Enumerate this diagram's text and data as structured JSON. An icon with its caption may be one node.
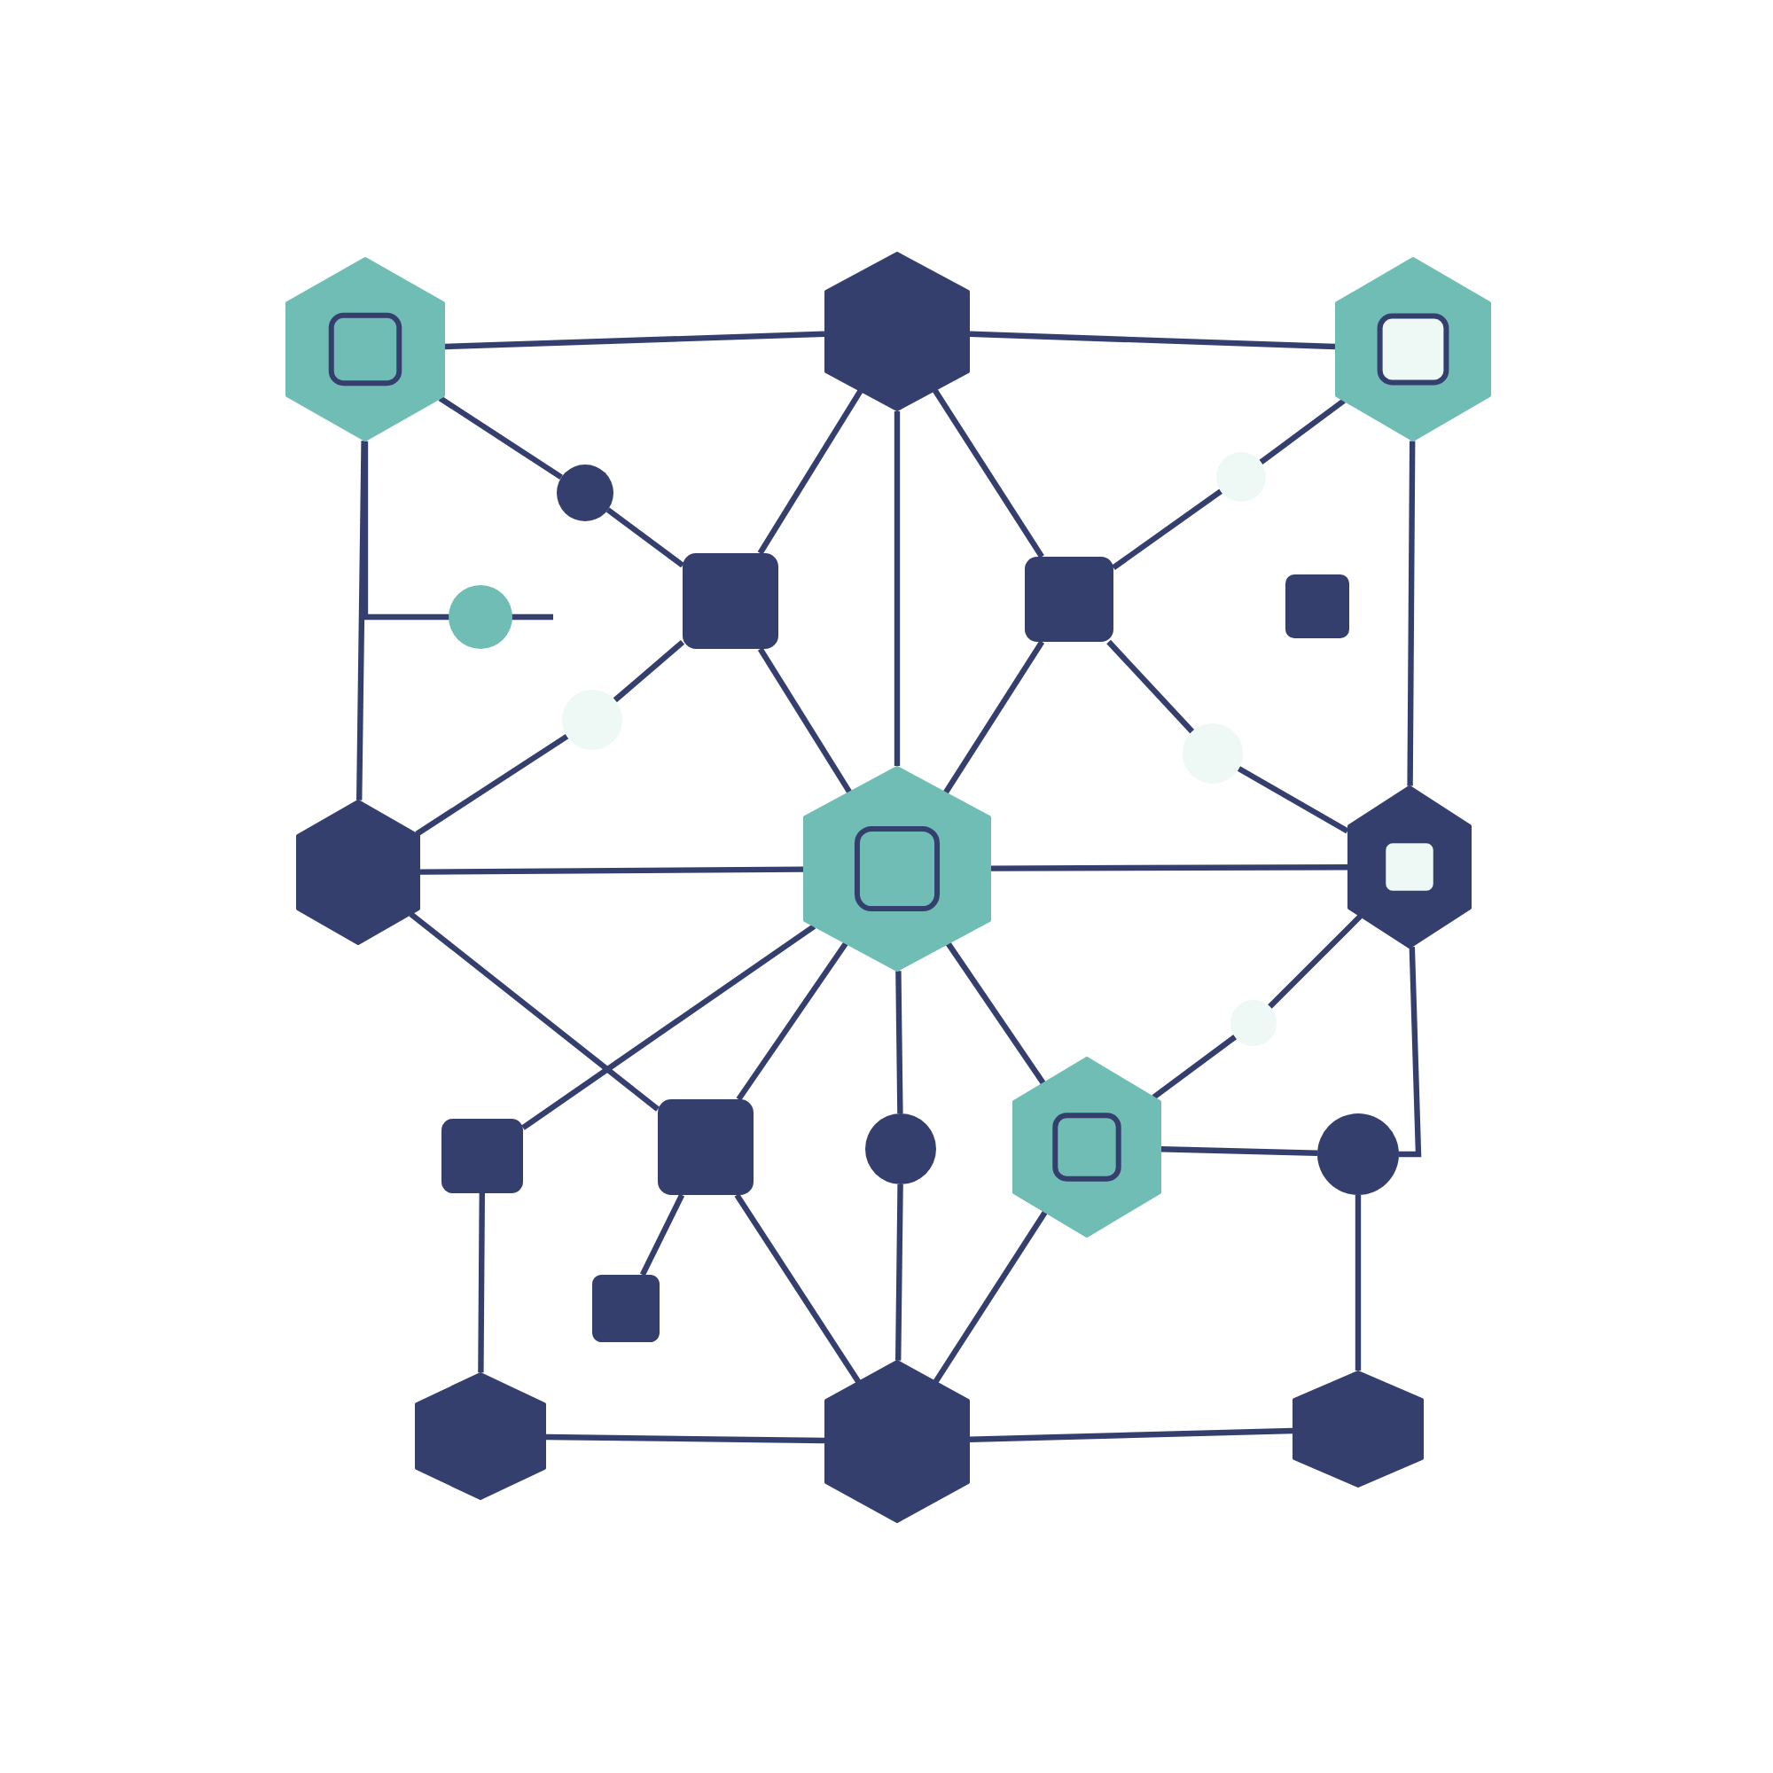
{
  "diagram": {
    "nodes": [
      {
        "text": [],
        "shape": "hexagon"
      },
      {
        "text": [],
        "shape": "hexagon"
      },
      {
        "text": [],
        "shape": "hexagon"
      },
      {
        "text": [],
        "shape": "circle"
      },
      {
        "text": [],
        "shape": "circle"
      },
      {
        "text": [],
        "shape": "box"
      },
      {
        "text": [],
        "shape": "box"
      },
      {
        "text": [],
        "shape": "circle"
      },
      {
        "text": [],
        "shape": "box"
      },
      {
        "text": [],
        "shape": "circle"
      },
      {
        "text": [],
        "shape": "circle"
      },
      {
        "text": [],
        "shape": "hexagon"
      },
      {
        "text": [],
        "shape": "hexagon"
      },
      {
        "text": [],
        "shape": "hexagon"
      },
      {
        "text": [],
        "shape": "circle"
      },
      {
        "text": [],
        "shape": "box"
      },
      {
        "text": [],
        "shape": "box"
      },
      {
        "text": [],
        "shape": "circle"
      },
      {
        "text": [],
        "shape": "hexagon"
      },
      {
        "text": [],
        "shape": "circle"
      },
      {
        "text": [],
        "shape": "box"
      },
      {
        "text": [],
        "shape": "hexagon"
      },
      {
        "text": [],
        "shape": "hexagon"
      },
      {
        "text": [],
        "shape": "hexagon"
      }
    ],
    "edges": [
      {
        "from": 0,
        "to": 1,
        "arrow": "none"
      },
      {
        "from": 1,
        "to": 2,
        "arrow": "none"
      },
      {
        "from": 0,
        "to": 11,
        "arrow": "none"
      },
      {
        "from": 2,
        "to": 13,
        "arrow": "none"
      },
      {
        "from": 0,
        "to": 3,
        "arrow": "none"
      },
      {
        "from": 3,
        "to": 5,
        "arrow": "none"
      },
      {
        "from": 0,
        "to": 4,
        "arrow": "none"
      },
      {
        "from": 1,
        "to": 5,
        "arrow": "none"
      },
      {
        "from": 1,
        "to": 6,
        "arrow": "none"
      },
      {
        "from": 1,
        "to": 12,
        "arrow": "none"
      },
      {
        "from": 6,
        "to": 7,
        "arrow": "none"
      },
      {
        "from": 7,
        "to": 2,
        "arrow": "none"
      },
      {
        "from": 5,
        "to": 9,
        "arrow": "none"
      },
      {
        "from": 9,
        "to": 11,
        "arrow": "none"
      },
      {
        "from": 6,
        "to": 10,
        "arrow": "none"
      },
      {
        "from": 10,
        "to": 13,
        "arrow": "none"
      },
      {
        "from": 5,
        "to": 12,
        "arrow": "none"
      },
      {
        "from": 6,
        "to": 12,
        "arrow": "none"
      },
      {
        "from": 11,
        "to": 12,
        "arrow": "none"
      },
      {
        "from": 12,
        "to": 13,
        "arrow": "none"
      },
      {
        "from": 11,
        "to": 16,
        "arrow": "none"
      },
      {
        "from": 12,
        "to": 15,
        "arrow": "none"
      },
      {
        "from": 12,
        "to": 16,
        "arrow": "none"
      },
      {
        "from": 12,
        "to": 17,
        "arrow": "none"
      },
      {
        "from": 12,
        "to": 18,
        "arrow": "none"
      },
      {
        "from": 13,
        "to": 14,
        "arrow": "none"
      },
      {
        "from": 14,
        "to": 18,
        "arrow": "none"
      },
      {
        "from": 18,
        "to": 19,
        "arrow": "none"
      },
      {
        "from": 19,
        "to": 13,
        "arrow": "none"
      },
      {
        "from": 19,
        "to": 23,
        "arrow": "none"
      },
      {
        "from": 15,
        "to": 21,
        "arrow": "none"
      },
      {
        "from": 16,
        "to": 20,
        "arrow": "none"
      },
      {
        "from": 16,
        "to": 22,
        "arrow": "none"
      },
      {
        "from": 17,
        "to": 22,
        "arrow": "none"
      },
      {
        "from": 18,
        "to": 22,
        "arrow": "none"
      },
      {
        "from": 21,
        "to": 22,
        "arrow": "none"
      },
      {
        "from": 22,
        "to": 23,
        "arrow": "none"
      }
    ]
  }
}
